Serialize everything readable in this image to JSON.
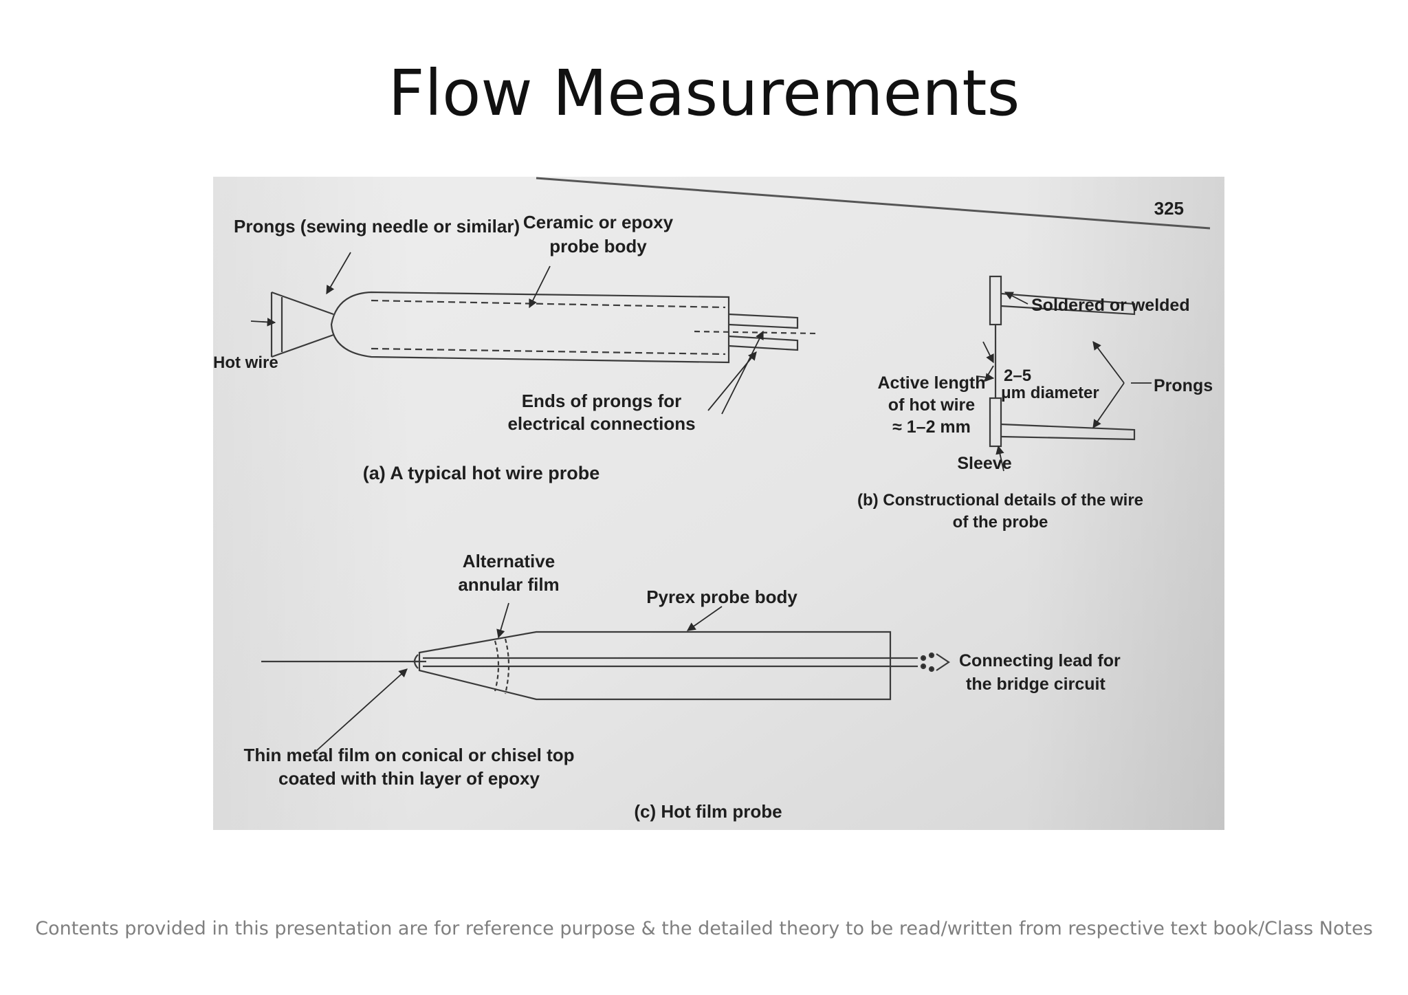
{
  "slide": {
    "title": "Flow Measurements",
    "footer": "Contents provided in this presentation are for reference purpose & the detailed theory to be read/written from respective text book/Class Notes"
  },
  "figure": {
    "page_number": "325",
    "a": {
      "prongs_label": "Prongs (sewing needle or similar)",
      "body_label_1": "Ceramic or epoxy",
      "body_label_2": "probe body",
      "hot_wire_label": "Hot wire",
      "ends_label_1": "Ends of prongs for",
      "ends_label_2": "electrical connections",
      "caption": "(a) A typical hot wire probe"
    },
    "b": {
      "soldered_label": "Soldered or welded",
      "active_label_1": "Active length",
      "active_label_2": "of hot wire",
      "active_label_3": "≈ 1–2 mm",
      "diameter_label_1": "2–5",
      "diameter_label_2": "μm diameter",
      "prongs_label": "Prongs",
      "sleeve_label": "Sleeve",
      "caption_1": "(b) Constructional details of the wire",
      "caption_2": "of the probe"
    },
    "c": {
      "annular_label_1": "Alternative",
      "annular_label_2": "annular film",
      "pyrex_label": "Pyrex probe body",
      "lead_label_1": "Connecting lead for",
      "lead_label_2": "the bridge circuit",
      "film_label_1": "Thin metal film on conical or chisel top",
      "film_label_2": "coated with thin layer of epoxy",
      "caption": "(c) Hot film probe"
    }
  }
}
